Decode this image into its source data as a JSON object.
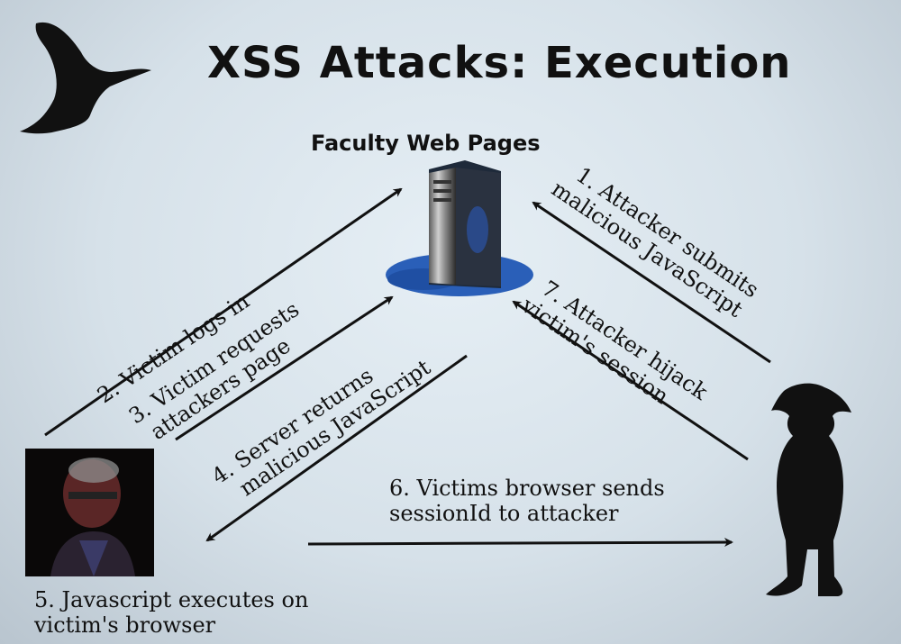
{
  "title": "XSS Attacks:  Execution",
  "server_label": "Faculty Web Pages",
  "steps": {
    "s1": {
      "line1": "1. Attacker submits",
      "line2": "malicious JavaScript"
    },
    "s2": {
      "line1": "2. Victim logs in"
    },
    "s3": {
      "line1": "3. Victim requests",
      "line2": "attackers page"
    },
    "s4": {
      "line1": "4. Server returns",
      "line2": "malicious JavaScript"
    },
    "s5": {
      "line1": "5. Javascript executes on",
      "line2": "victim's browser"
    },
    "s6": {
      "line1": "6. Victims browser sends",
      "line2": "sessionId to attacker"
    },
    "s7": {
      "line1": "7. Attacker hijack",
      "line2": "victim's session"
    }
  },
  "icons": {
    "logo": "witch-hat-icon",
    "server": "server-tower-icon",
    "victim": "victim-photo",
    "attacker": "attacker-silhouette-icon"
  },
  "colors": {
    "text": "#111111",
    "server_puddle": "#2a5fb8",
    "arrow": "#111111"
  }
}
